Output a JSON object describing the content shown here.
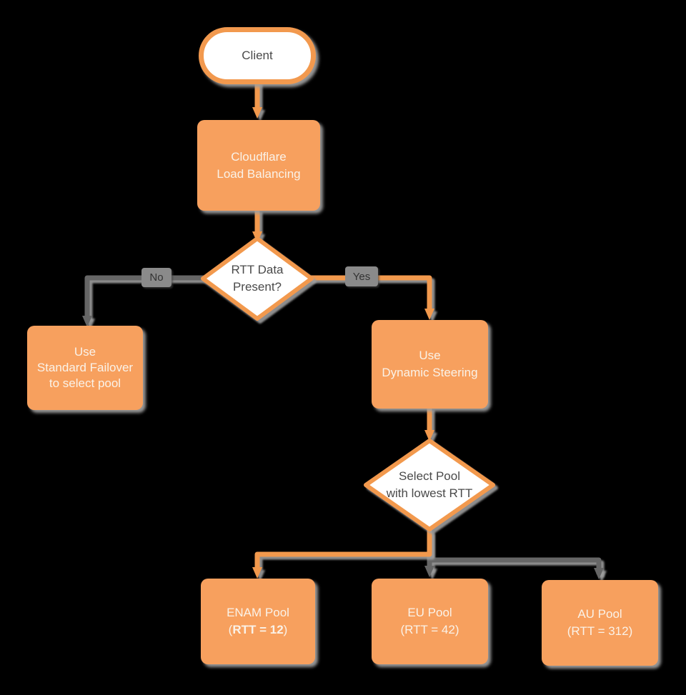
{
  "diagram": {
    "type": "flowchart",
    "colors": {
      "background": "#000000",
      "node_orange": "#F7A05E",
      "stroke_orange": "#F2994E",
      "stroke_gray": "#666666",
      "shadow_gray": "#9E9E9E",
      "text_dark": "#4A4A4A",
      "text_light": "#FAF2E8",
      "edge_label_bg": "#8A8A8A"
    },
    "nodes": {
      "client": {
        "label": "Client"
      },
      "load_balancer": {
        "line1": "Cloudflare",
        "line2": "Load Balancing"
      },
      "rtt_decision": {
        "line1": "RTT Data",
        "line2": "Present?"
      },
      "standard_failover": {
        "line1": "Use",
        "line2": "Standard Failover",
        "line3": "to select pool"
      },
      "dynamic_steering": {
        "line1": "Use",
        "line2": "Dynamic Steering"
      },
      "select_pool": {
        "line1": "Select Pool",
        "line2": "with lowest RTT"
      },
      "enam_pool": {
        "line1": "ENAM Pool",
        "line2_prefix": "(",
        "line2_bold": "RTT = 12",
        "line2_suffix": ")"
      },
      "eu_pool": {
        "line1": "EU Pool",
        "line2": "(RTT = 42)"
      },
      "au_pool": {
        "line1": "AU Pool",
        "line2": "(RTT = 312)"
      }
    },
    "edge_labels": {
      "no": "No",
      "yes": "Yes"
    }
  }
}
